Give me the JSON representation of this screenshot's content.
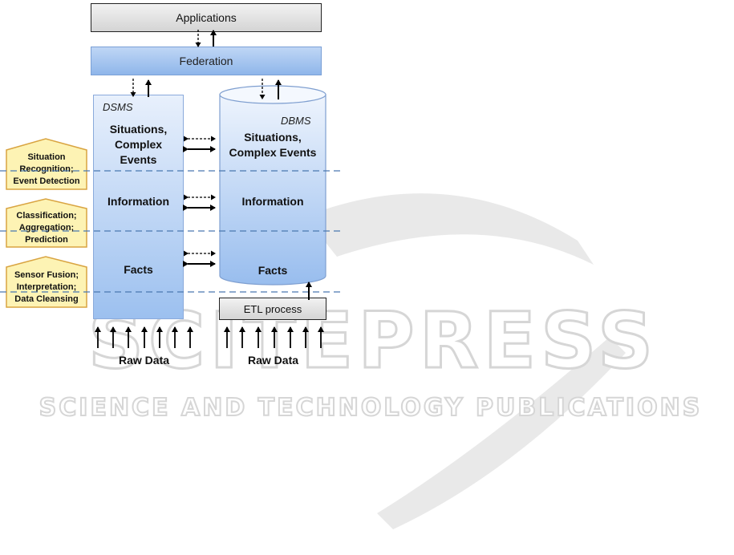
{
  "layers": {
    "applications": "Applications",
    "federation": "Federation",
    "etl": "ETL process"
  },
  "dsms": {
    "name": "DSMS",
    "situations": [
      "Situations,",
      "Complex",
      "Events"
    ],
    "information": "Information",
    "facts": "Facts"
  },
  "dbms": {
    "name": "DBMS",
    "situations": [
      "Situations,",
      "Complex Events"
    ],
    "information": "Information",
    "facts": "Facts"
  },
  "raw_data": {
    "left": "Raw Data",
    "right": "Raw Data"
  },
  "processes": {
    "situation": [
      "Situation",
      "Recognition;",
      "Event Detection"
    ],
    "classification": [
      "Classification;",
      "Aggregation;",
      "Prediction"
    ],
    "sensor": [
      "Sensor Fusion;",
      "Interpretation;",
      "Data Cleansing"
    ]
  },
  "watermark": {
    "main": "SCITEPRESS",
    "sub": "SCIENCE AND TECHNOLOGY PUBLICATIONS"
  },
  "colors": {
    "tag_fill": "#fdf3b4",
    "tag_border": "#d9a441",
    "dashed_line": "#4a78b0",
    "blue_light": "#e8f0fc",
    "blue_dark": "#9cc0ef"
  }
}
